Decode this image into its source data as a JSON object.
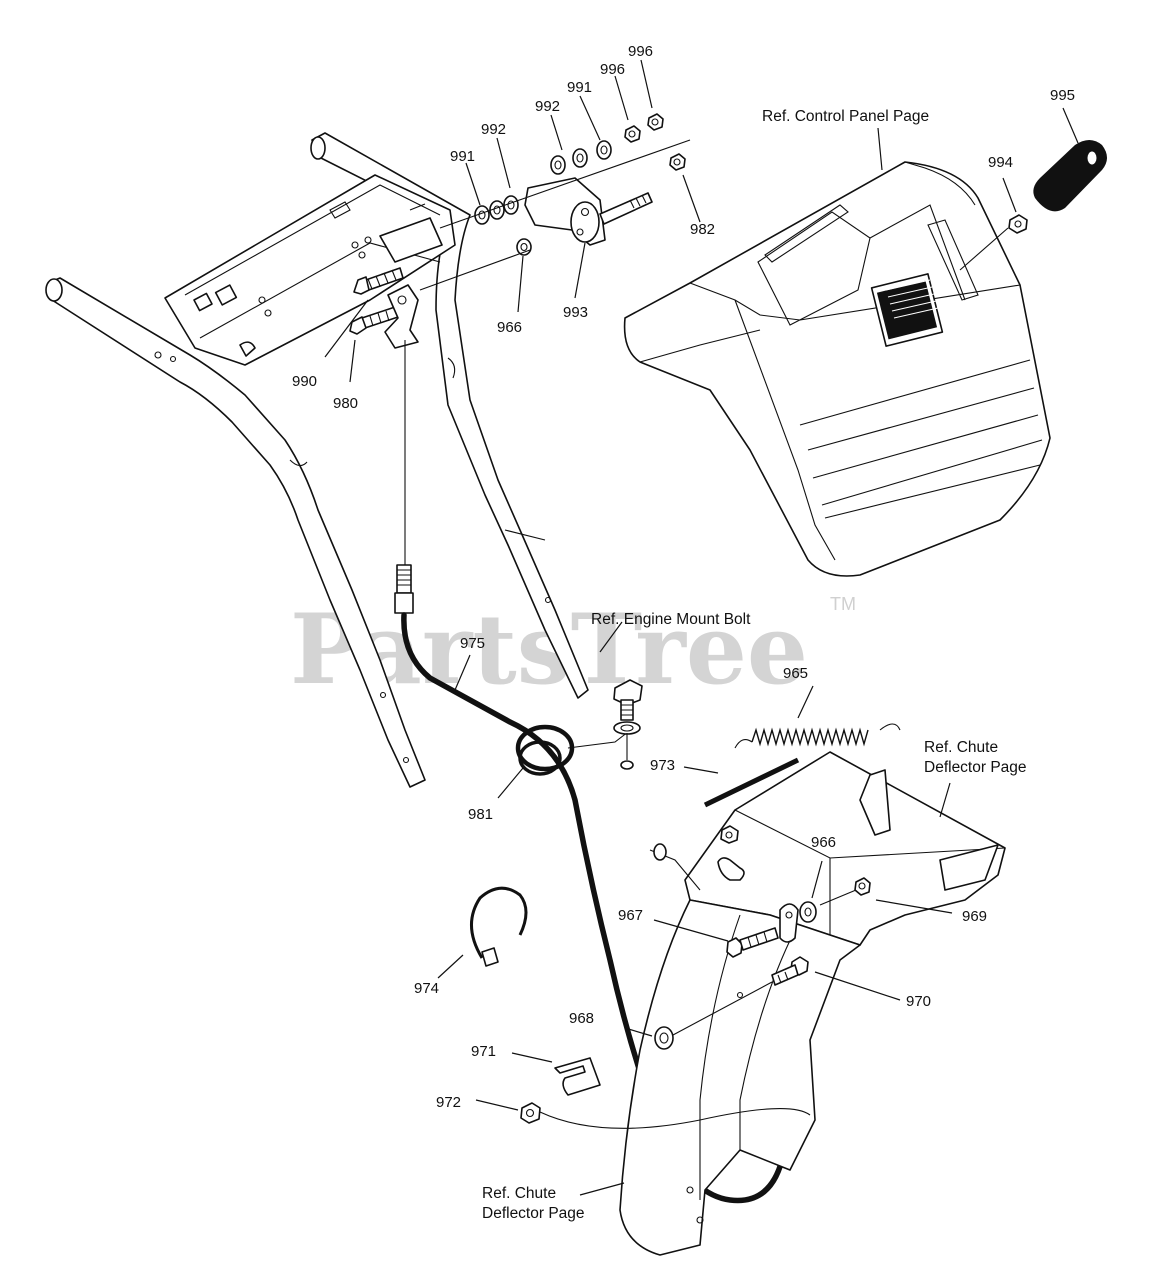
{
  "watermark": {
    "text": "PartsTree",
    "tm": "TM"
  },
  "refs": {
    "control_panel": "Ref. Control Panel Page",
    "engine_mount_bolt": "Ref. Engine Mount Bolt",
    "chute_deflector_top_line1": "Ref. Chute",
    "chute_deflector_top_line2": "Deflector Page",
    "chute_deflector_bottom_line1": "Ref. Chute",
    "chute_deflector_bottom_line2": "Deflector Page"
  },
  "callouts": {
    "c996a": "996",
    "c996b": "996",
    "c995": "995",
    "c991a": "991",
    "c992a": "992",
    "c992b": "992",
    "c991b": "991",
    "c994": "994",
    "c982": "982",
    "c993": "993",
    "c966a": "966",
    "c990": "990",
    "c980": "980",
    "c975": "975",
    "c965": "965",
    "c973": "973",
    "c981": "981",
    "c966b": "966",
    "c967": "967",
    "c969": "969",
    "c974": "974",
    "c970": "970",
    "c968": "968",
    "c971": "971",
    "c972": "972"
  }
}
